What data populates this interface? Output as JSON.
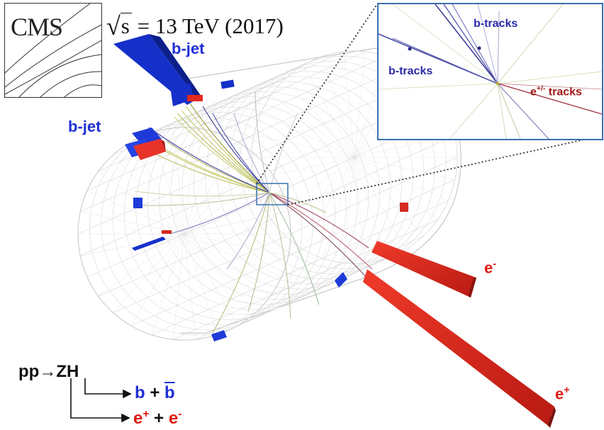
{
  "experiment_logo": {
    "text": "CMS"
  },
  "energy_label": {
    "sqrt_symbol": "√",
    "s": "s",
    "rest": " = 13 TeV (2017)"
  },
  "jets": {
    "upper_label": "b-jet",
    "left_label": "b-jet"
  },
  "inset": {
    "label_top": "b-tracks",
    "label_left": "b-tracks",
    "label_e_base": "e",
    "label_e_sup": "+/-",
    "label_e_tail": " tracks"
  },
  "electrons": {
    "minus_base": "e",
    "minus_sup": "-",
    "plus_base": "e",
    "plus_sup": "+"
  },
  "process": {
    "initial": "pp→ZH",
    "decay_b": {
      "b1": "b",
      "plus": "+",
      "b2": "b"
    },
    "decay_e": {
      "e1": "e",
      "e1_sup": "+",
      "plus": "+",
      "e2": "e",
      "e2_sup": "-"
    }
  }
}
